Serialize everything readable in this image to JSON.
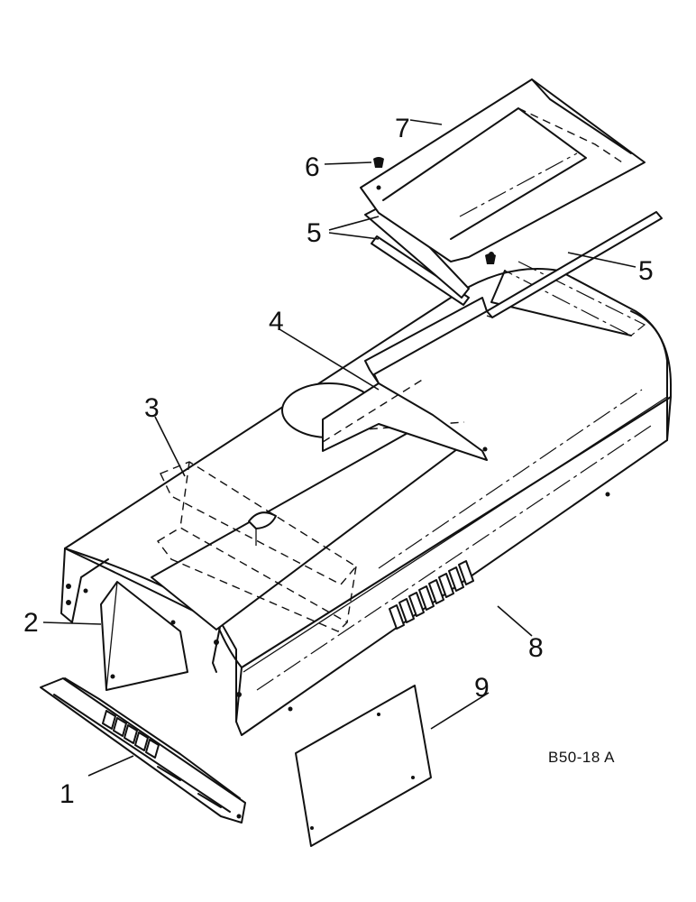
{
  "callouts": {
    "c1": "1",
    "c2": "2",
    "c3": "3",
    "c4": "4",
    "c5a": "5",
    "c5b": "5",
    "c6": "6",
    "c7": "7",
    "c8": "8",
    "c9": "9"
  },
  "reference_code": "B50-18 A"
}
